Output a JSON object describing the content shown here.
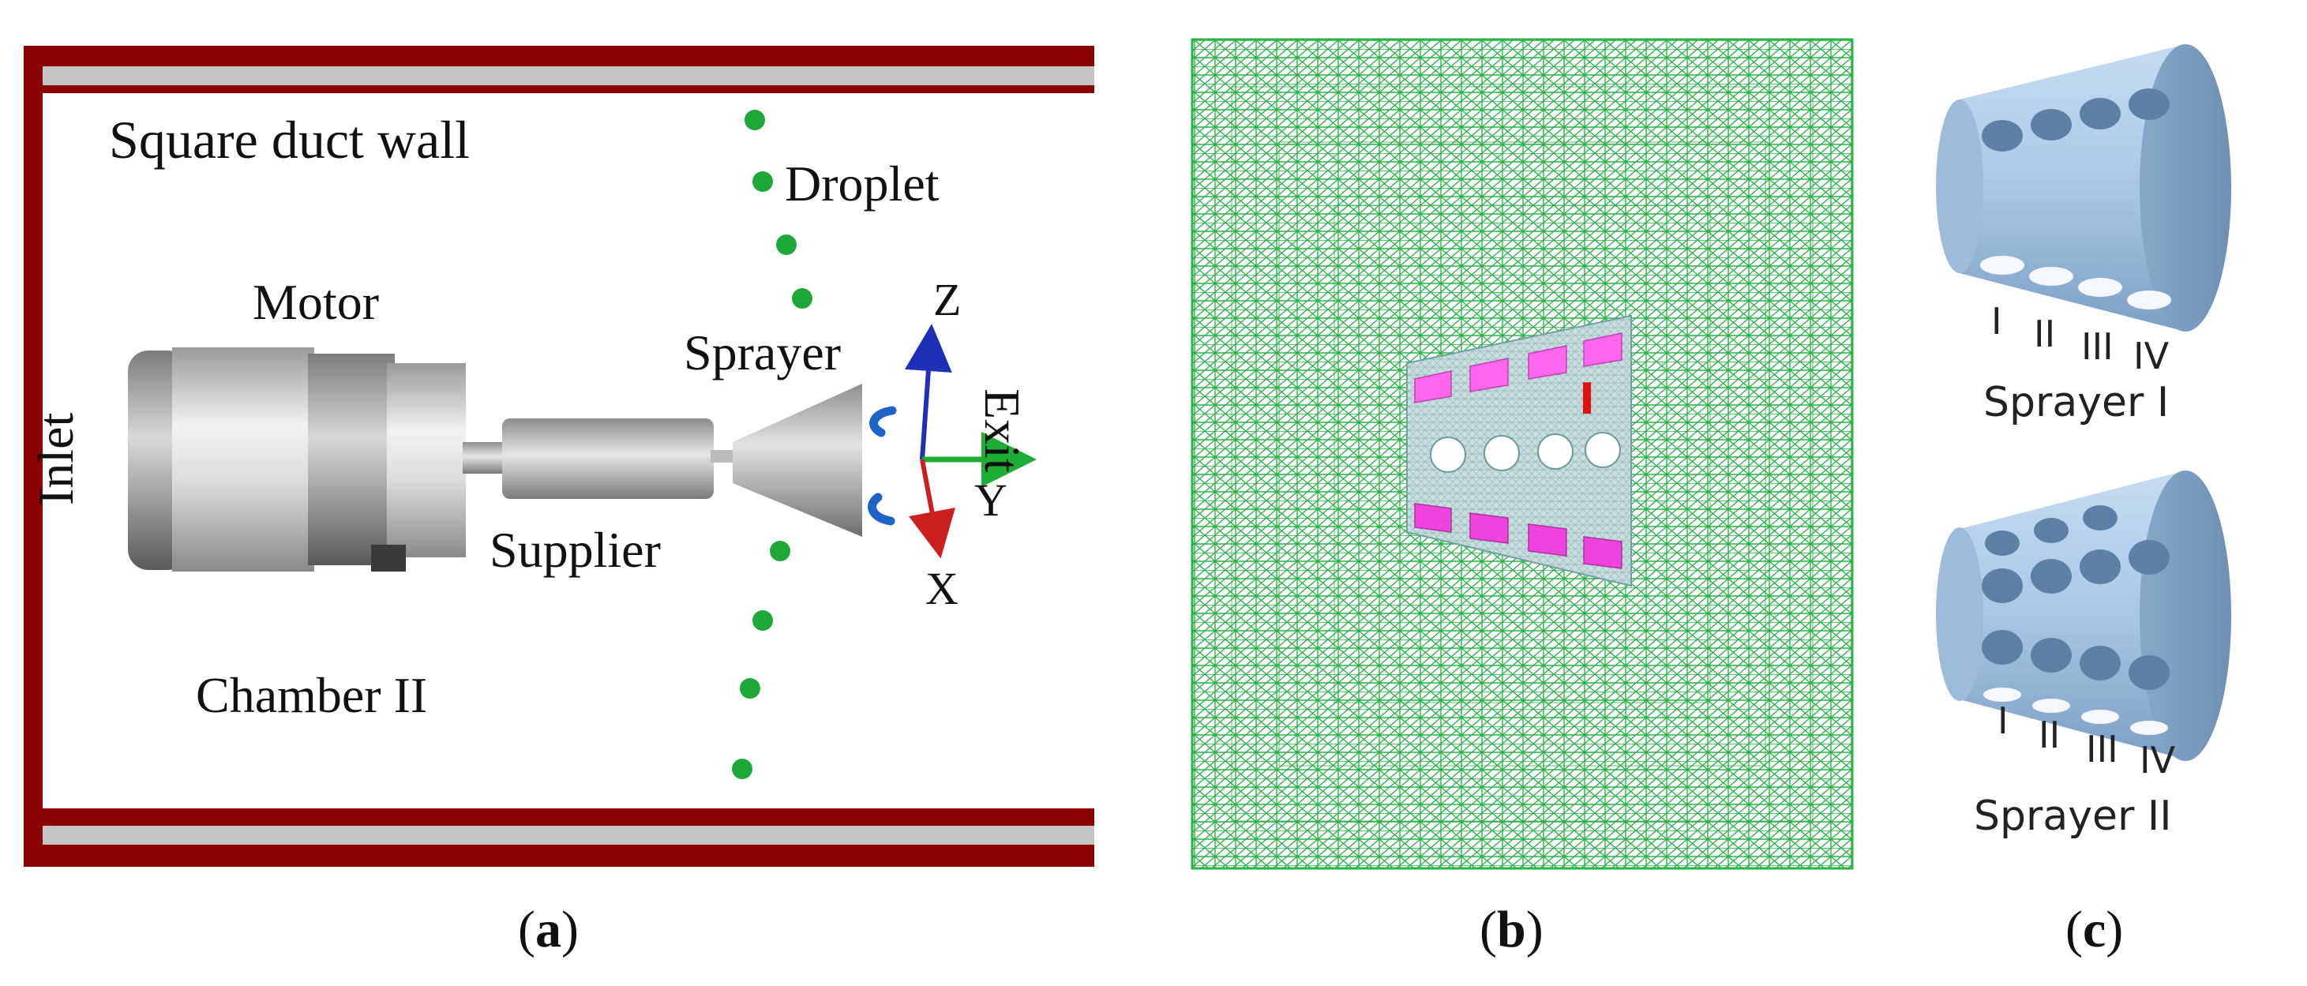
{
  "panel_a": {
    "labels": {
      "wall": "Square duct wall",
      "droplet": "Droplet",
      "motor": "Motor",
      "sprayer": "Sprayer",
      "inlet": "Inlet",
      "supplier": "Supplier",
      "exit": "Exit",
      "chamber": "Chamber II",
      "axis_z": "Z",
      "axis_y": "Y",
      "axis_x": "X"
    },
    "caption_open": "(",
    "caption_letter": "a",
    "caption_close": ")",
    "colors": {
      "wall": "#8b0000",
      "droplet": "#1fa83a",
      "axis_z": "#1f2fb8",
      "axis_y": "#1fae35",
      "axis_x": "#cc1f1f",
      "rotation": "#1e64c8"
    }
  },
  "panel_b": {
    "marker": "I",
    "caption_open": "(",
    "caption_letter": "b",
    "caption_close": ")",
    "colors": {
      "mesh": "#2bb34a",
      "patch": "#ff66ee",
      "marker": "#e01010"
    }
  },
  "panel_c": {
    "sprayer1": {
      "hole_labels": [
        "I",
        "II",
        "III",
        "IV"
      ],
      "name": "Sprayer I"
    },
    "sprayer2": {
      "hole_labels": [
        "I",
        "II",
        "III",
        "IV"
      ],
      "name": "Sprayer II"
    },
    "caption_open": "(",
    "caption_letter": "c",
    "caption_close": ")",
    "colors": {
      "body": "#a9c7e6",
      "shade": "#7d9fc4"
    }
  }
}
